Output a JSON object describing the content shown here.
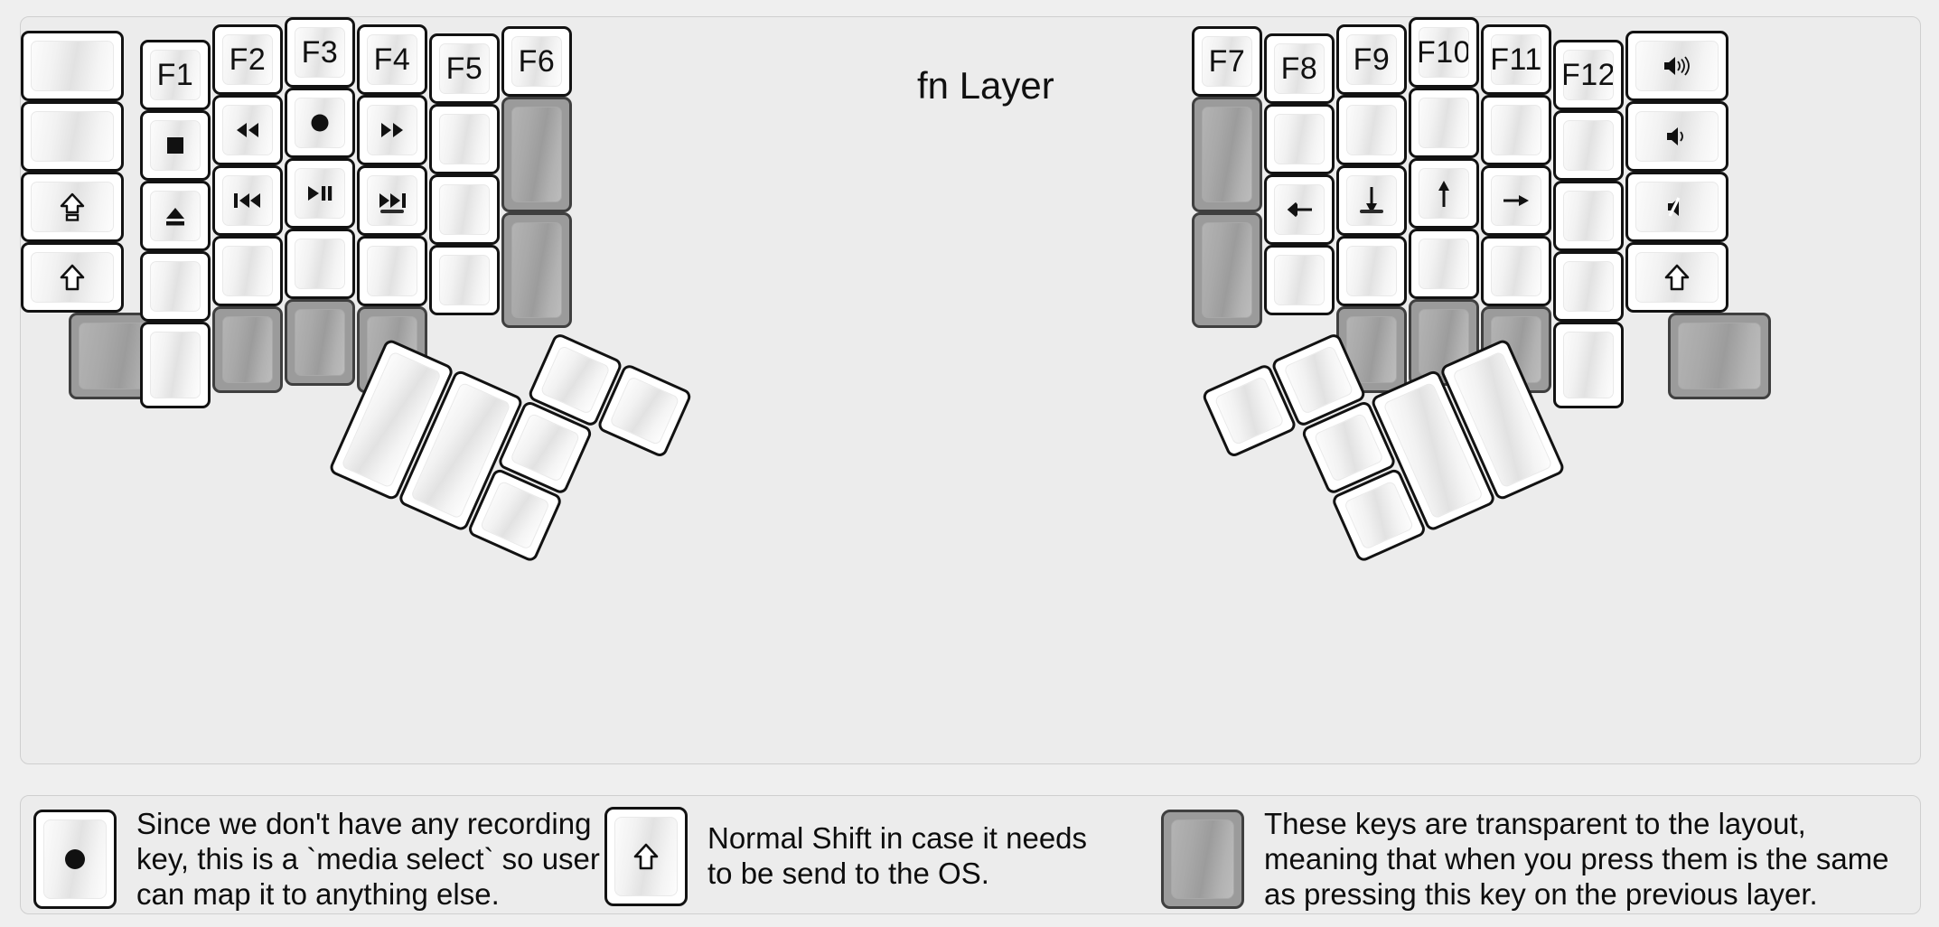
{
  "title": "fn Layer",
  "colors": {
    "background": "#efefef",
    "panel": "#ececec",
    "key_border": "#121212",
    "key_face": "#f2f2f2",
    "transparent_key": "#9b9b9b",
    "text": "#111111"
  },
  "legend": [
    {
      "key_icon": "record-icon",
      "key_type": "normal",
      "text": "Since we don't have any recording\nkey, this is a `media select` so user\ncan map it to anything else."
    },
    {
      "key_icon": "shift-icon",
      "key_type": "normal",
      "text": "Normal Shift in case it needs\nto be send to the OS."
    },
    {
      "key_icon": "blank",
      "key_type": "transparent",
      "text": "These keys are transparent to the layout,\nmeaning that when you press them is the same\nas pressing this key on the previous layer."
    }
  ],
  "left_half": {
    "columns": [
      {
        "name": "col-pinky-outer",
        "keys": [
          {
            "label": "",
            "icon": "blank",
            "type": "normal"
          },
          {
            "label": "",
            "icon": "blank",
            "type": "normal"
          },
          {
            "label": "",
            "icon": "caps-lock-icon",
            "type": "normal"
          },
          {
            "label": "",
            "icon": "shift-icon",
            "type": "normal"
          },
          {
            "label": "",
            "icon": "blank",
            "type": "transparent"
          }
        ]
      },
      {
        "name": "col-pinky",
        "keys": [
          {
            "label": "F1",
            "icon": "",
            "type": "normal"
          },
          {
            "label": "",
            "icon": "media-stop-icon",
            "type": "normal"
          },
          {
            "label": "",
            "icon": "media-eject-icon",
            "type": "normal"
          },
          {
            "label": "",
            "icon": "blank",
            "type": "normal"
          },
          {
            "label": "",
            "icon": "blank",
            "type": "normal"
          }
        ]
      },
      {
        "name": "col-ring",
        "keys": [
          {
            "label": "F2",
            "icon": "",
            "type": "normal"
          },
          {
            "label": "",
            "icon": "media-rewind-icon",
            "type": "normal"
          },
          {
            "label": "",
            "icon": "media-prev-track-icon",
            "type": "normal"
          },
          {
            "label": "",
            "icon": "blank",
            "type": "normal"
          },
          {
            "label": "",
            "icon": "blank",
            "type": "transparent"
          }
        ]
      },
      {
        "name": "col-middle",
        "keys": [
          {
            "label": "F3",
            "icon": "",
            "type": "normal"
          },
          {
            "label": "",
            "icon": "media-record-icon",
            "type": "normal"
          },
          {
            "label": "",
            "icon": "media-play-pause-icon",
            "type": "normal"
          },
          {
            "label": "",
            "icon": "blank",
            "type": "normal"
          },
          {
            "label": "",
            "icon": "blank",
            "type": "transparent"
          }
        ]
      },
      {
        "name": "col-index",
        "keys": [
          {
            "label": "F4",
            "icon": "",
            "type": "normal"
          },
          {
            "label": "",
            "icon": "media-fast-forward-icon",
            "type": "normal"
          },
          {
            "label": "",
            "icon": "media-next-track-icon",
            "type": "normal",
            "home": true
          },
          {
            "label": "",
            "icon": "blank",
            "type": "normal"
          },
          {
            "label": "",
            "icon": "blank",
            "type": "transparent"
          }
        ]
      },
      {
        "name": "col-inner-1",
        "keys": [
          {
            "label": "F5",
            "icon": "",
            "type": "normal"
          },
          {
            "label": "",
            "icon": "blank",
            "type": "normal"
          },
          {
            "label": "",
            "icon": "blank",
            "type": "normal"
          },
          {
            "label": "",
            "icon": "blank",
            "type": "normal"
          }
        ]
      },
      {
        "name": "col-inner-2",
        "keys": [
          {
            "label": "F6",
            "icon": "",
            "type": "normal"
          },
          {
            "label": "",
            "icon": "blank",
            "type": "transparent",
            "size": "2u"
          },
          {
            "label": "",
            "icon": "blank",
            "type": "transparent",
            "size": "2u"
          }
        ]
      }
    ],
    "thumb_cluster": [
      {
        "name": "thumb-big-outer",
        "icon": "blank",
        "type": "normal",
        "size": "2u"
      },
      {
        "name": "thumb-big-inner",
        "icon": "blank",
        "type": "normal",
        "size": "2u"
      },
      {
        "name": "thumb-top-inner",
        "icon": "blank",
        "type": "normal"
      },
      {
        "name": "thumb-top-outer",
        "icon": "blank",
        "type": "normal"
      },
      {
        "name": "thumb-mid",
        "icon": "blank",
        "type": "normal"
      },
      {
        "name": "thumb-bottom",
        "icon": "blank",
        "type": "normal"
      }
    ]
  },
  "right_half": {
    "columns": [
      {
        "name": "col-inner-2",
        "keys": [
          {
            "label": "F7",
            "icon": "",
            "type": "normal"
          },
          {
            "label": "",
            "icon": "blank",
            "type": "transparent",
            "size": "2u"
          },
          {
            "label": "",
            "icon": "blank",
            "type": "transparent",
            "size": "2u"
          }
        ]
      },
      {
        "name": "col-inner-1",
        "keys": [
          {
            "label": "F8",
            "icon": "",
            "type": "normal"
          },
          {
            "label": "",
            "icon": "blank",
            "type": "normal"
          },
          {
            "label": "",
            "icon": "arrow-left-icon",
            "type": "normal"
          },
          {
            "label": "",
            "icon": "blank",
            "type": "normal"
          }
        ]
      },
      {
        "name": "col-index",
        "keys": [
          {
            "label": "F9",
            "icon": "",
            "type": "normal"
          },
          {
            "label": "",
            "icon": "blank",
            "type": "normal"
          },
          {
            "label": "",
            "icon": "arrow-down-icon",
            "type": "normal",
            "home": true
          },
          {
            "label": "",
            "icon": "blank",
            "type": "normal"
          },
          {
            "label": "",
            "icon": "blank",
            "type": "transparent"
          }
        ]
      },
      {
        "name": "col-middle",
        "keys": [
          {
            "label": "F10",
            "icon": "",
            "type": "normal"
          },
          {
            "label": "",
            "icon": "blank",
            "type": "normal"
          },
          {
            "label": "",
            "icon": "arrow-up-icon",
            "type": "normal"
          },
          {
            "label": "",
            "icon": "blank",
            "type": "normal"
          },
          {
            "label": "",
            "icon": "blank",
            "type": "transparent"
          }
        ]
      },
      {
        "name": "col-ring",
        "keys": [
          {
            "label": "F11",
            "icon": "",
            "type": "normal"
          },
          {
            "label": "",
            "icon": "blank",
            "type": "normal"
          },
          {
            "label": "",
            "icon": "arrow-right-icon",
            "type": "normal"
          },
          {
            "label": "",
            "icon": "blank",
            "type": "normal"
          },
          {
            "label": "",
            "icon": "blank",
            "type": "transparent"
          }
        ]
      },
      {
        "name": "col-pinky",
        "keys": [
          {
            "label": "F12",
            "icon": "",
            "type": "normal"
          },
          {
            "label": "",
            "icon": "blank",
            "type": "normal"
          },
          {
            "label": "",
            "icon": "blank",
            "type": "normal"
          },
          {
            "label": "",
            "icon": "blank",
            "type": "normal"
          },
          {
            "label": "",
            "icon": "blank",
            "type": "normal"
          }
        ]
      },
      {
        "name": "col-pinky-outer",
        "keys": [
          {
            "label": "",
            "icon": "volume-up-icon",
            "type": "normal"
          },
          {
            "label": "",
            "icon": "volume-down-icon",
            "type": "normal"
          },
          {
            "label": "",
            "icon": "volume-mute-icon",
            "type": "normal"
          },
          {
            "label": "",
            "icon": "shift-icon",
            "type": "normal"
          },
          {
            "label": "",
            "icon": "blank",
            "type": "transparent"
          }
        ]
      }
    ],
    "thumb_cluster": [
      {
        "name": "thumb-top-outer",
        "icon": "blank",
        "type": "normal"
      },
      {
        "name": "thumb-top-inner",
        "icon": "blank",
        "type": "normal"
      },
      {
        "name": "thumb-mid",
        "icon": "blank",
        "type": "normal"
      },
      {
        "name": "thumb-bottom",
        "icon": "blank",
        "type": "normal"
      },
      {
        "name": "thumb-big-inner",
        "icon": "blank",
        "type": "normal",
        "size": "2u"
      },
      {
        "name": "thumb-big-outer",
        "icon": "blank",
        "type": "normal",
        "size": "2u"
      }
    ]
  }
}
